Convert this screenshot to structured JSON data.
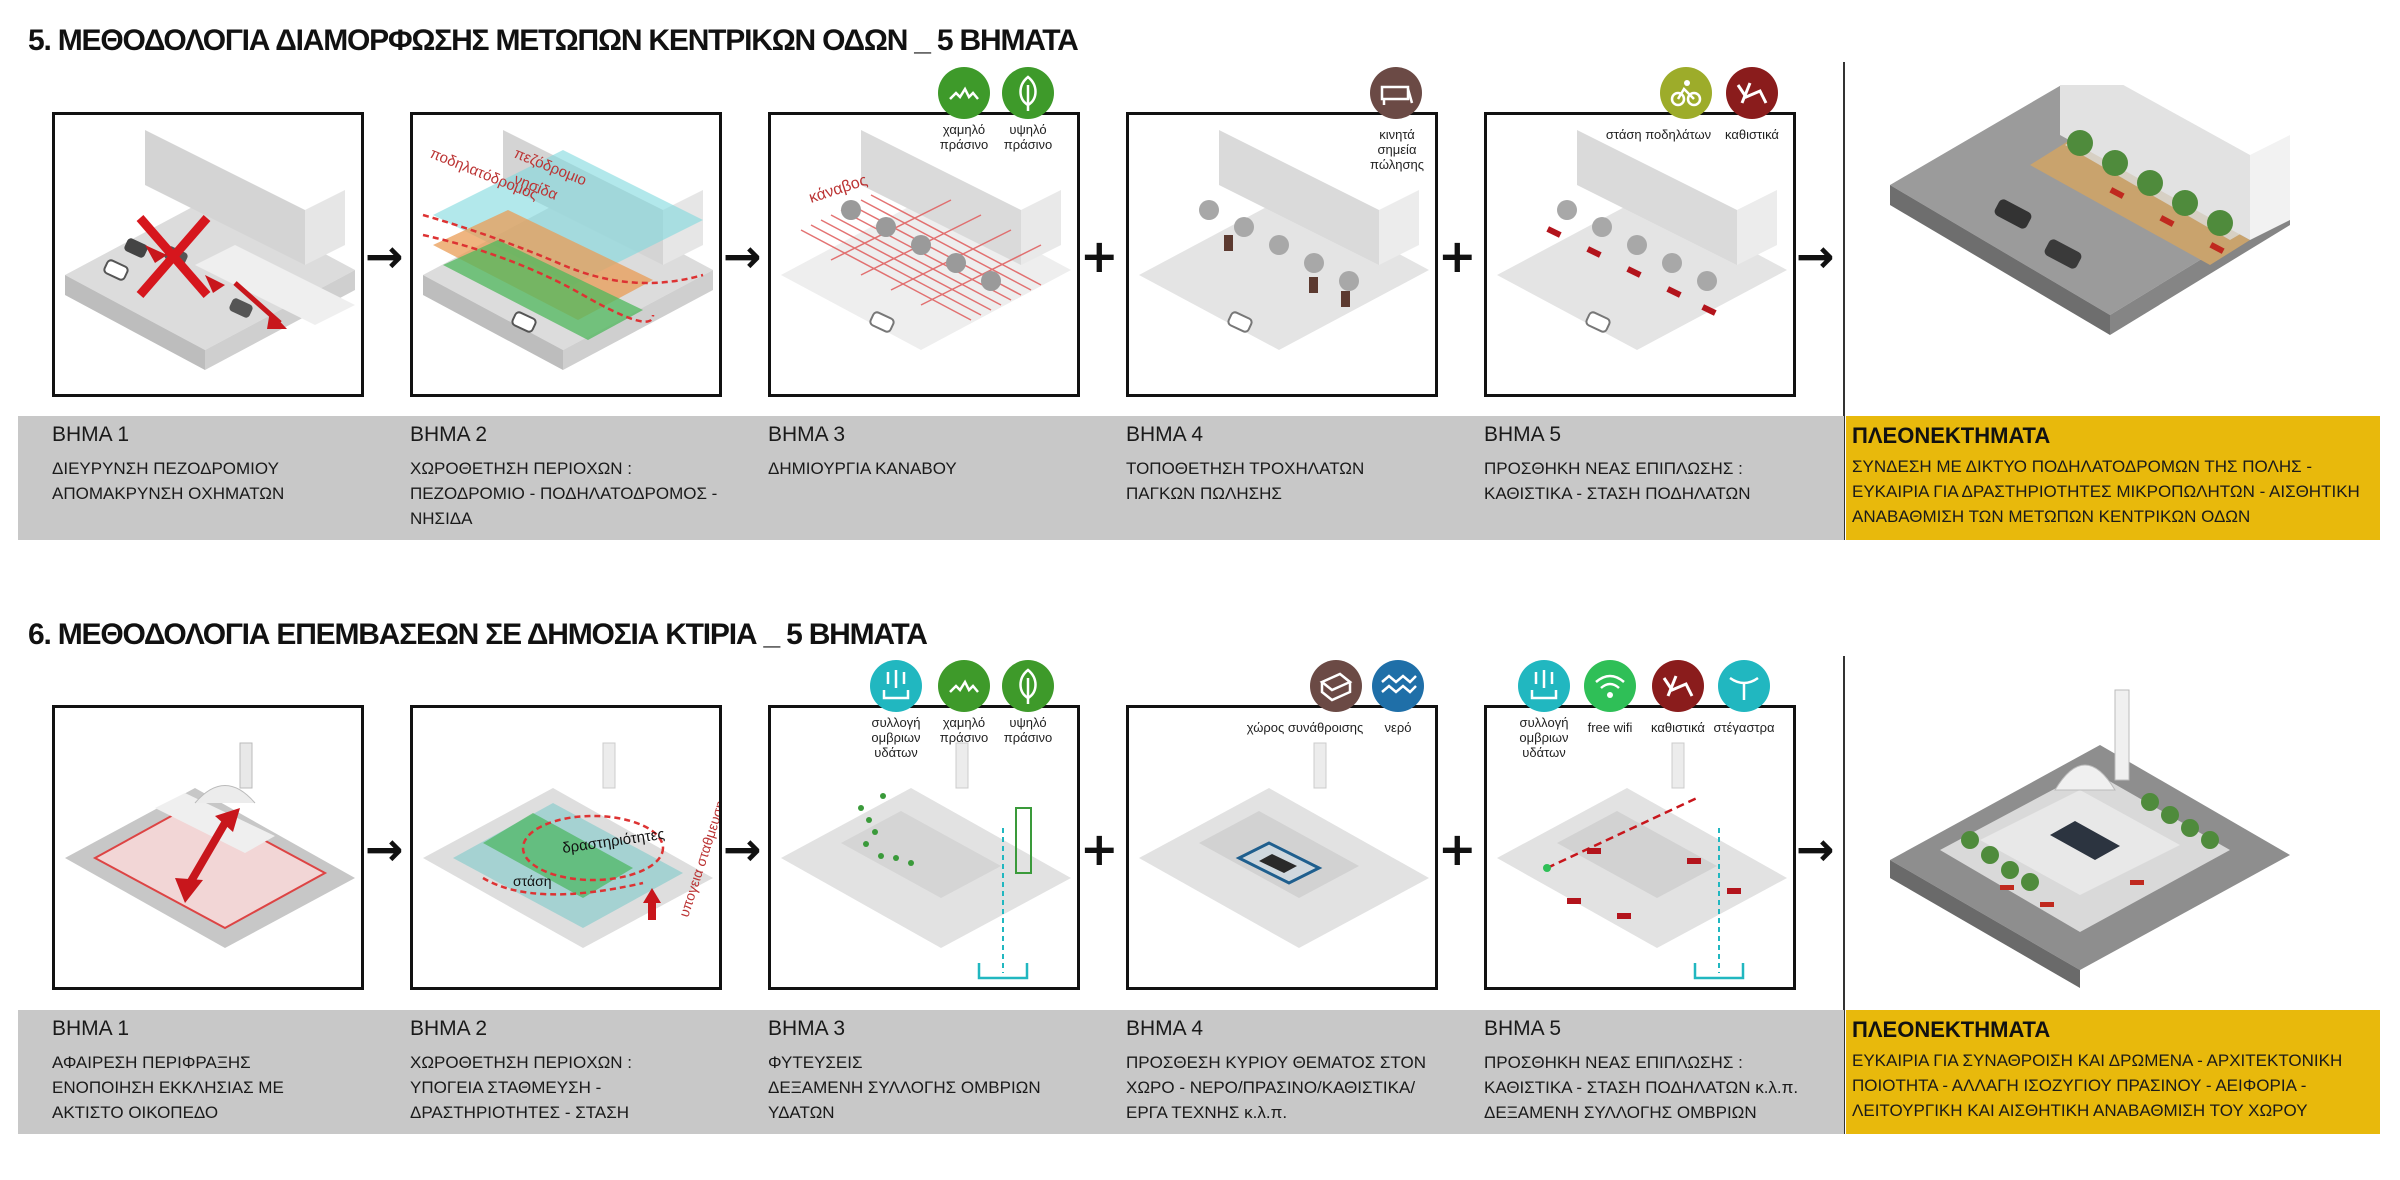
{
  "section1": {
    "title": "5. ΜΕΘΟΔΟΛΟΓΙΑ ΔΙΑΜΟΡΦΩΣΗΣ ΜΕΤΩΠΩΝ ΚΕΝΤΡΙΚΩΝ ΟΔΩΝ _ 5 ΒΗΜΑΤΑ",
    "steps": [
      {
        "title": "ΒΗΜΑ 1",
        "lines": [
          "ΔΙΕΥΡΥΝΣΗ ΠΕΖΟΔΡΟΜΙΟΥ",
          "ΑΠΟΜΑΚΡΥΝΣΗ ΟΧΗΜΑΤΩΝ"
        ]
      },
      {
        "title": "ΒΗΜΑ 2",
        "lines": [
          "ΧΩΡΟΘΕΤΗΣΗ ΠΕΡΙΟΧΩΝ :",
          "ΠΕΖΟΔΡΟΜΙΟ - ΠΟΔΗΛΑΤΟΔΡΟΜΟΣ -",
          "ΝΗΣΙΔΑ"
        ]
      },
      {
        "title": "ΒΗΜΑ 3",
        "lines": [
          "ΔΗΜΙΟΥΡΓΙΑ ΚΑΝΑΒΟΥ"
        ]
      },
      {
        "title": "ΒΗΜΑ 4",
        "lines": [
          "ΤΟΠΟΘΕΤΗΣΗ ΤΡΟΧΗΛΑΤΩΝ",
          "ΠΑΓΚΩΝ ΠΩΛΗΣΗΣ"
        ]
      },
      {
        "title": "ΒΗΜΑ 5",
        "lines": [
          "ΠΡΟΣΘΗΚΗ ΝΕΑΣ ΕΠΙΠΛΩΣΗΣ :",
          "ΚΑΘΙΣΤΙΚΑ - ΣΤΑΣΗ ΠΟΔΗΛΑΤΩΝ"
        ]
      }
    ],
    "advantages": {
      "title": "ΠΛΕΟΝΕΚΤΗΜΑΤΑ",
      "lines": [
        "ΣΥΝΔΕΣΗ ΜΕ ΔΙΚΤΥΟ ΠΟΔΗΛΑΤΟΔΡΟΜΩΝ ΤΗΣ ΠΟΛΗΣ -",
        "ΕΥΚΑΙΡΙΑ ΓΙΑ ΔΡΑΣΤΗΡΙΟΤΗΤΕΣ ΜΙΚΡΟΠΩΛΗΤΩΝ - ΑΙΣΘΗΤΙΚΗ",
        "ΑΝΑΒΑΘΜΙΣΗ ΤΩΝ ΜΕΤΩΠΩΝ ΚΕΝΤΡΙΚΩΝ ΟΔΩΝ"
      ]
    },
    "diagram_labels": {
      "s2_top": "πεζόδρομιο",
      "s2_mid": "ποδηλατόδρομος",
      "s2_low": "νησίδα",
      "s3": "κάναβος"
    },
    "icons": {
      "low_green": [
        "χαμηλό",
        "πράσινο"
      ],
      "high_green": [
        "υψηλό",
        "πράσινο"
      ],
      "mobile_stalls": [
        "κινητά",
        "σημεία",
        "πώλησης"
      ],
      "bike_stop": [
        "στάση ποδηλάτων"
      ],
      "seating": [
        "καθιστικά"
      ]
    },
    "operators": [
      "→",
      "→",
      "+",
      "+",
      "→"
    ]
  },
  "section2": {
    "title": "6. ΜΕΘΟΔΟΛΟΓΙΑ ΕΠΕΜΒΑΣΕΩΝ ΣΕ ΔΗΜΟΣΙΑ ΚΤΙΡΙΑ _ 5 ΒΗΜΑΤΑ",
    "steps": [
      {
        "title": "ΒΗΜΑ 1",
        "lines": [
          "ΑΦΑΙΡΕΣΗ ΠΕΡΙΦΡΑΞΗΣ",
          "ΕΝΟΠΟΙΗΣΗ ΕΚΚΛΗΣΙΑΣ ΜΕ",
          "ΑΚΤΙΣΤΟ ΟΙΚΟΠΕΔΟ"
        ]
      },
      {
        "title": "ΒΗΜΑ 2",
        "lines": [
          "ΧΩΡΟΘΕΤΗΣΗ ΠΕΡΙΟΧΩΝ :",
          "ΥΠΟΓΕΙΑ ΣΤΑΘΜΕΥΣΗ -",
          "ΔΡΑΣΤΗΡΙΟΤΗΤΕΣ - ΣΤΑΣΗ"
        ]
      },
      {
        "title": "ΒΗΜΑ 3",
        "lines": [
          "ΦΥΤΕΥΣΕΙΣ",
          "ΔΕΞΑΜΕΝΗ ΣΥΛΛΟΓΗΣ ΟΜΒΡΙΩΝ",
          "ΥΔΑΤΩΝ"
        ]
      },
      {
        "title": "ΒΗΜΑ 4",
        "lines": [
          "ΠΡΟΣΘΕΣΗ ΚΥΡΙΟΥ ΘΕΜΑΤΟΣ ΣΤΟΝ",
          "ΧΩΡΟ - ΝΕΡΟ/ΠΡΑΣΙΝΟ/ΚΑΘΙΣΤΙΚΑ/",
          "ΕΡΓΑ ΤΕΧΝΗΣ κ.λ.π."
        ]
      },
      {
        "title": "ΒΗΜΑ 5",
        "lines": [
          "ΠΡΟΣΘΗΚΗ ΝΕΑΣ ΕΠΙΠΛΩΣΗΣ :",
          "ΚΑΘΙΣΤΙΚΑ - ΣΤΑΣΗ ΠΟΔΗΛΑΤΩΝ κ.λ.π.",
          "ΔΕΞΑΜΕΝΗ ΣΥΛΛΟΓΗΣ ΟΜΒΡΙΩΝ"
        ]
      }
    ],
    "advantages": {
      "title": "ΠΛΕΟΝΕΚΤΗΜΑΤΑ",
      "lines": [
        "ΕΥΚΑΙΡΙΑ ΓΙΑ ΣΥΝΑΘΡΟΙΣΗ ΚΑΙ ΔΡΩΜΕΝΑ - ΑΡΧΙΤΕΚΤΟΝΙΚΗ",
        "ΠΟΙΟΤΗΤΑ - ΑΛΛΑΓΗ ΙΣΟΖΥΓΙΟΥ ΠΡΑΣΙΝΟΥ - ΑΕΙΦΟΡΙΑ -",
        "ΛΕΙΤΟΥΡΓΙΚΗ ΚΑΙ ΑΙΣΘΗΤΙΚΗ ΑΝΑΒΑΘΜΙΣΗ ΤΟΥ ΧΩΡΟΥ"
      ]
    },
    "diagram_labels": {
      "activities": "δραστηριότητες",
      "stop": "στάση",
      "parking": "υπογεια σταθμευση"
    },
    "icons": {
      "rain_s3": [
        "συλλογή",
        "ομβριων",
        "υδάτων"
      ],
      "low_green": [
        "χαμηλό",
        "πράσινο"
      ],
      "high_green": [
        "υψηλό",
        "πράσινο"
      ],
      "gathering": [
        "χώρος συνάθροισης"
      ],
      "water": [
        "νερό"
      ],
      "rain_s5": [
        "συλλογή",
        "ομβριων",
        "υδάτων"
      ],
      "wifi": [
        "free wifi"
      ],
      "seating": [
        "καθιστικά"
      ],
      "canopy": [
        "στέγαστρα"
      ]
    },
    "operators": [
      "→",
      "→",
      "+",
      "+",
      "→"
    ]
  },
  "colors": {
    "green": "#3e9a2a",
    "brown": "#6b4a45",
    "olive": "#9dac2a",
    "crimson": "#8a1c1c",
    "cyan": "#21b7c0",
    "blue": "#1f6fa8",
    "wifi_green": "#2fbf57",
    "advantage_bg": "#e8b90c",
    "band_bg": "#c8c8c8"
  }
}
